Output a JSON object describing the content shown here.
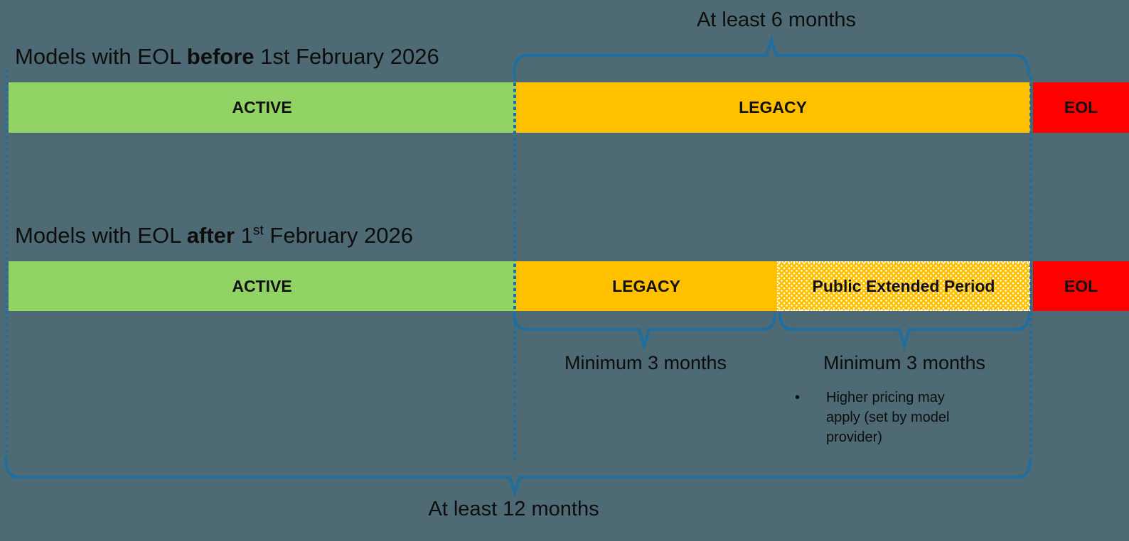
{
  "colors": {
    "background": "#4e6a75",
    "active_green": "#91d465",
    "legacy_yellow": "#ffc000",
    "eol_red": "#fe0000",
    "bracket_blue": "#1f6e9f",
    "text_black": "#0d0d0d"
  },
  "timeline": {
    "top_bracket": {
      "label": "At least 6 months"
    },
    "bottom_bracket": {
      "label": "At least 12 months"
    },
    "rows": [
      {
        "heading": {
          "prefix": "Models with EOL ",
          "bold": "before",
          "num": " 1st",
          "sup": "",
          "rest": " February 2026"
        },
        "segments": [
          {
            "label": "ACTIVE",
            "phase": "active"
          },
          {
            "label": "LEGACY",
            "phase": "legacy"
          },
          {
            "label": "EOL",
            "phase": "eol"
          }
        ]
      },
      {
        "heading": {
          "prefix": "Models with EOL ",
          "bold": "after",
          "num": " 1",
          "sup": "st",
          "rest": " February 2026"
        },
        "segments": [
          {
            "label": "ACTIVE",
            "phase": "active"
          },
          {
            "label": "LEGACY",
            "phase": "legacy"
          },
          {
            "label": "Public Extended Period",
            "phase": "public-extended"
          },
          {
            "label": "EOL",
            "phase": "eol"
          }
        ]
      }
    ],
    "sub_brackets": [
      {
        "label": "Minimum 3 months"
      },
      {
        "label": "Minimum 3 months",
        "note": "Higher pricing may apply (set by model provider)",
        "note_bullet": "•"
      }
    ]
  }
}
